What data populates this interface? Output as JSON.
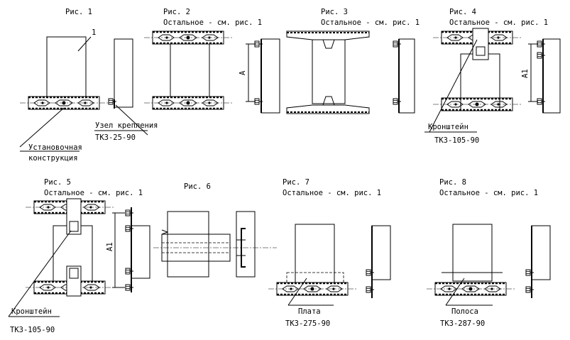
{
  "figures": {
    "fig1": {
      "title": "Рис. 1",
      "callout": "1"
    },
    "fig2": {
      "title": "Рис. 2",
      "note": "Остальное - см. рис. 1",
      "dim": "A"
    },
    "fig3": {
      "title": "Рис. 3",
      "note": "Остальное - см. рис. 1"
    },
    "fig4": {
      "title": "Рис. 4",
      "note": "Остальное - см. рис. 1",
      "dim": "A1"
    },
    "fig5": {
      "title": "Рис. 5",
      "note": "Остальное - см. рис. 1",
      "dim": "A1"
    },
    "fig6": {
      "title": "Рис. 6"
    },
    "fig7": {
      "title": "Рис. 7",
      "note": "Остальное - см. рис. 1"
    },
    "fig8": {
      "title": "Рис. 8",
      "note": "Остальное - см. рис. 1"
    }
  },
  "labels": {
    "mount_node": "Узел крепления",
    "mount_node_code": "ТКЗ-25-90",
    "install_line1": "Установочная",
    "install_line2": "конструкция",
    "bracket_fig4": "Кронштейн",
    "bracket_fig4_code": "ТКЗ-105-90",
    "bracket_fig5": "Кронштейн",
    "bracket_fig5_code": "ТКЗ-105-90",
    "plate": "Плата",
    "plate_code": "ТКЗ-275-90",
    "strip": "Полоса",
    "strip_code": "ТКЗ-287-90"
  }
}
